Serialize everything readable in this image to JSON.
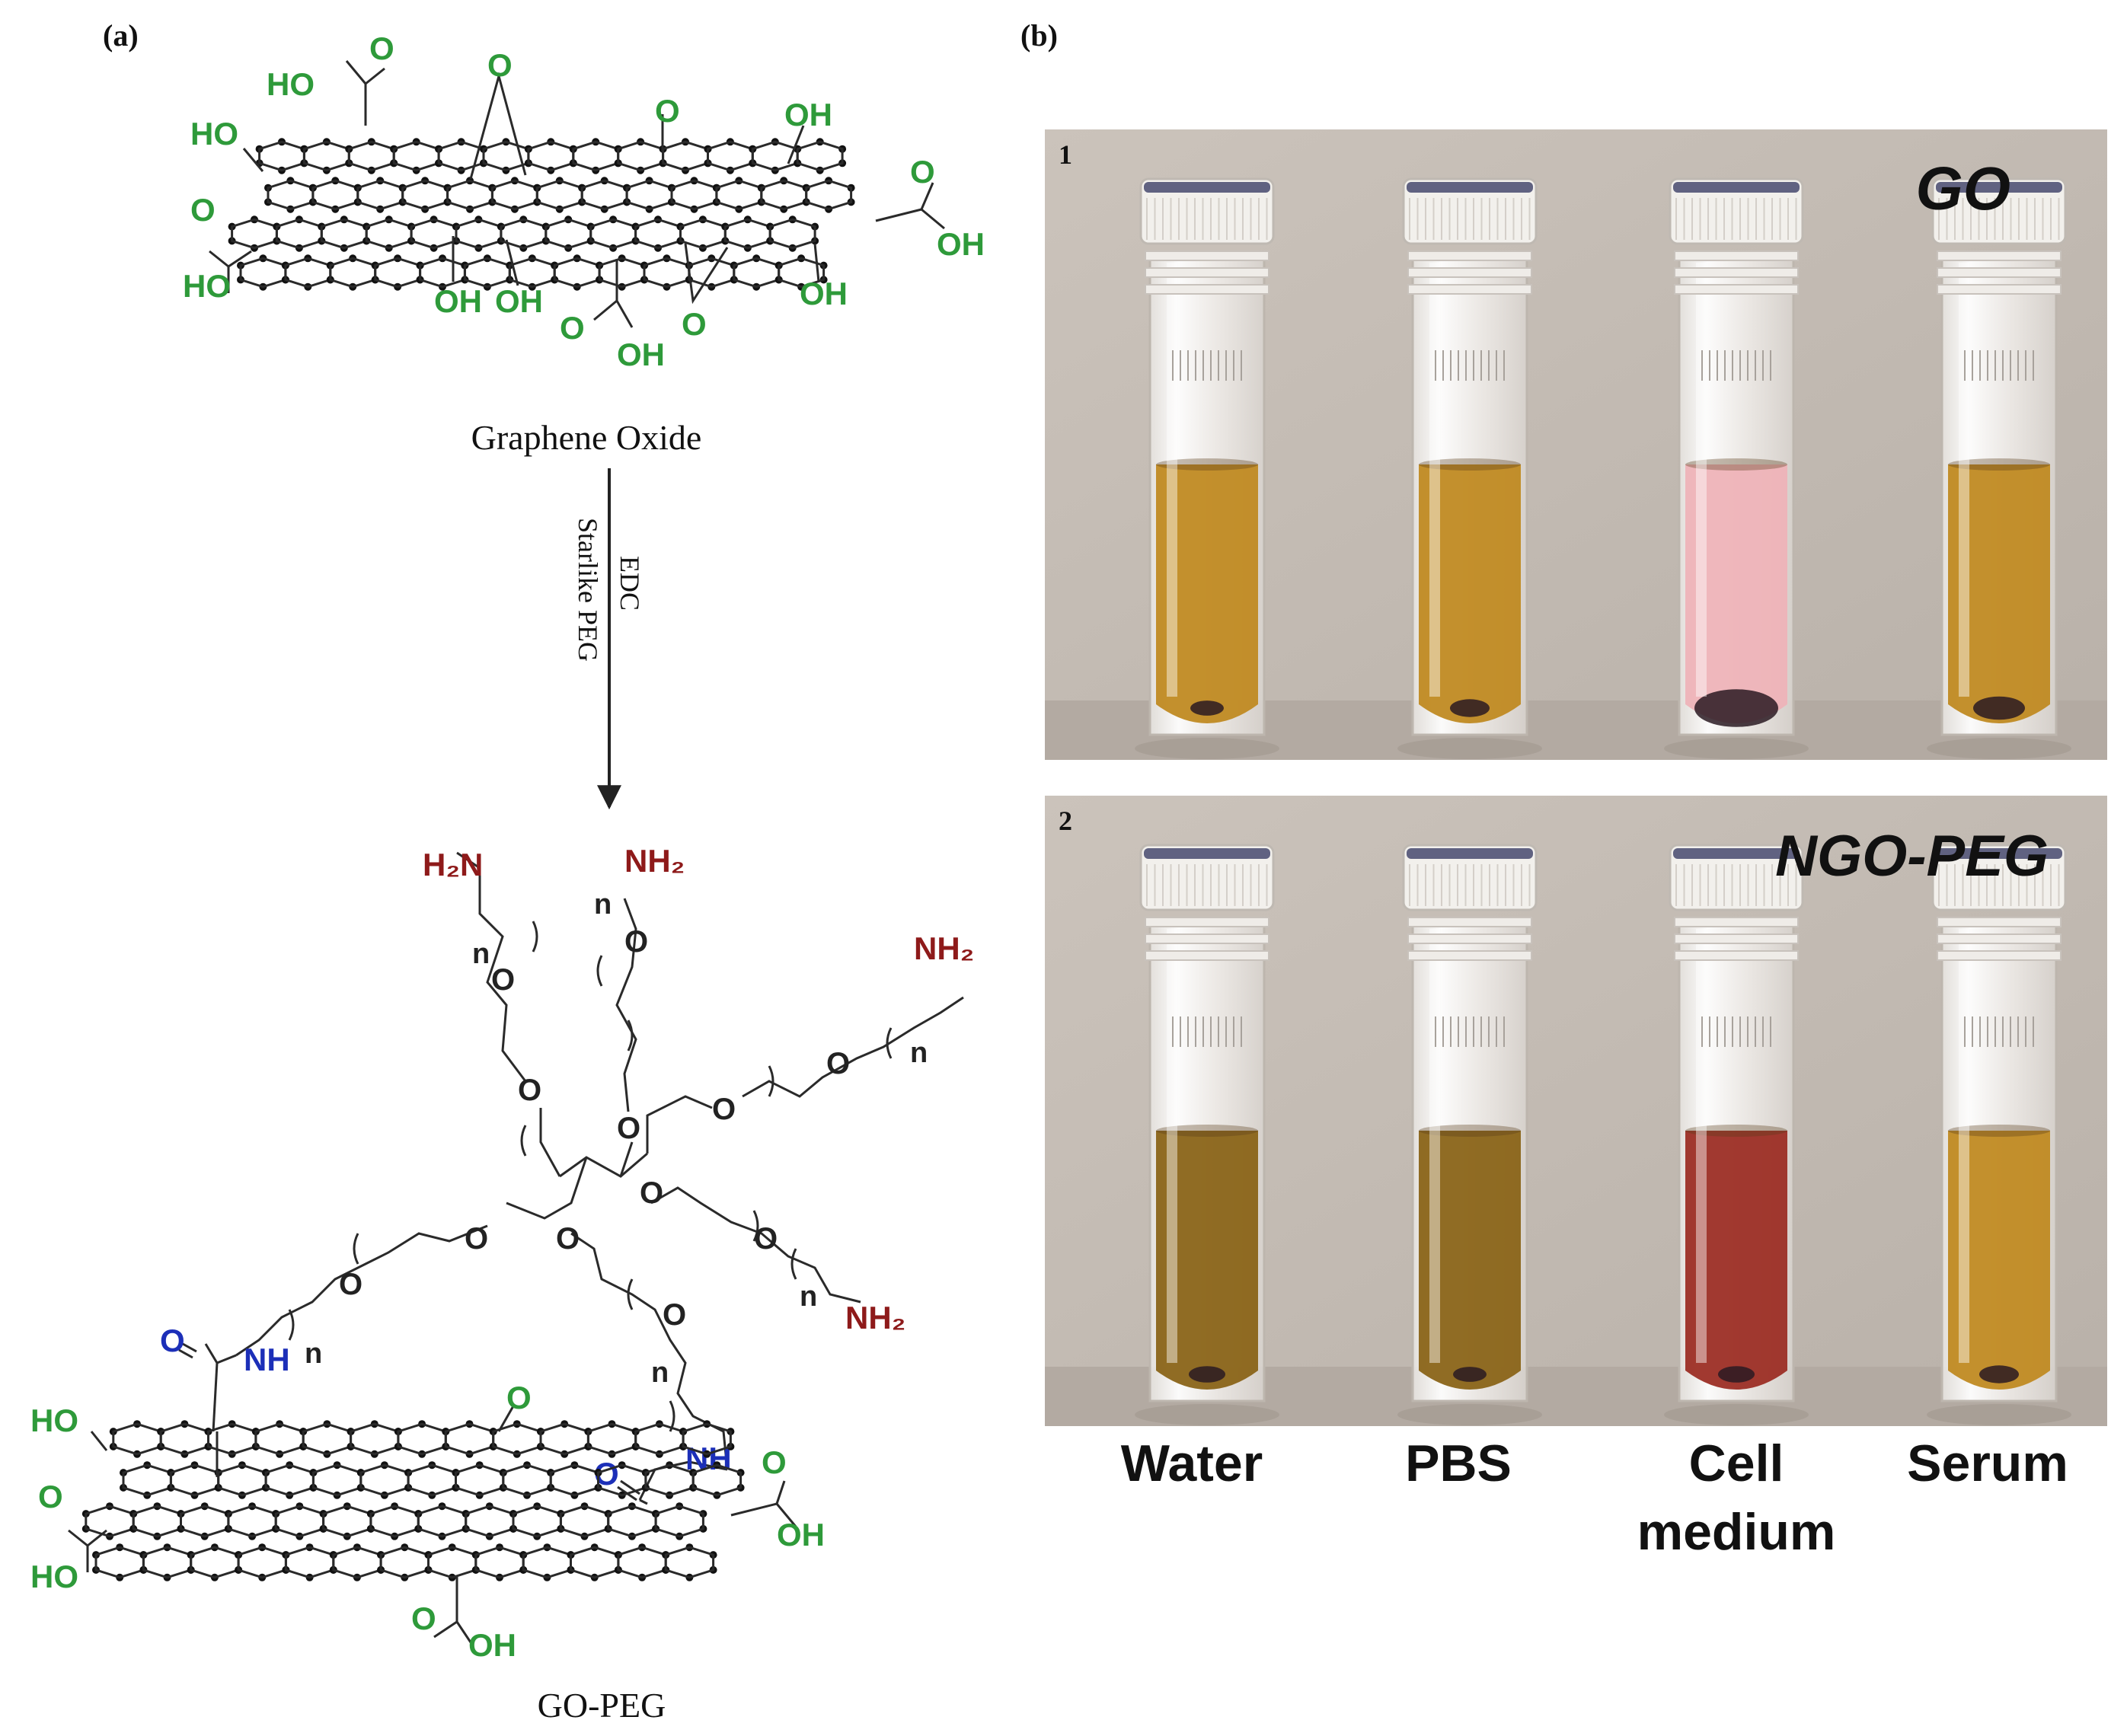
{
  "panel_a": {
    "label": "(a)",
    "graphene_oxide": {
      "name": "Graphene Oxide",
      "groups": [
        "HO",
        "O",
        "O",
        "O",
        "OH",
        "HO",
        "O",
        "O",
        "OH",
        "HO",
        "OH",
        "OH",
        "OH",
        "O",
        "OH",
        "O",
        "OH"
      ]
    },
    "arrow": {
      "reagent_1": "EDC",
      "reagent_2": "Starlike PEG"
    },
    "starlike_peg": {
      "amine_1": "H₂N",
      "amine_2": "NH₂",
      "amine_3": "NH₂",
      "amine_4": "NH₂",
      "repeat": "n",
      "ether_oxygen": "O",
      "amide_oxygen": "O",
      "amide_nh": "NH"
    },
    "go_peg": {
      "name": "GO-PEG",
      "groups": [
        "HO",
        "O",
        "HO",
        "O",
        "O",
        "OH",
        "O",
        "OH"
      ]
    }
  },
  "panel_b": {
    "label": "(b)",
    "photo_1": {
      "index": "1",
      "title": "GO"
    },
    "photo_2": {
      "index": "2",
      "title": "NGO-PEG"
    },
    "categories": [
      {
        "line1": "Water",
        "line2": ""
      },
      {
        "line1": "PBS",
        "line2": ""
      },
      {
        "line1": "Cell",
        "line2": "medium"
      },
      {
        "line1": "Serum",
        "line2": ""
      }
    ]
  },
  "colors": {
    "hydroxyl_green": "#2e9a3a",
    "amine_red": "#8e1a1a",
    "amide_blue": "#1c2fb8",
    "photo_bg": "#c5bdb5",
    "go_liquid": "#c08a22",
    "cell_medium_go": "#eeb3b8",
    "ngo_liquid": "#8a6418",
    "ngo_cell_medium": "#9c2e25"
  }
}
